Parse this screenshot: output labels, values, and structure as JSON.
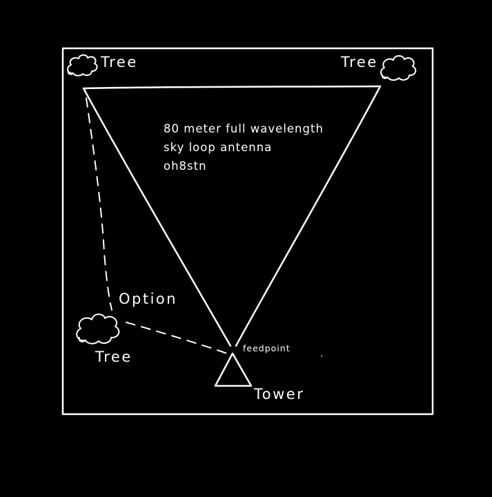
{
  "colors": {
    "background": "#000000",
    "ink": "#ffffff"
  },
  "title": {
    "lines": [
      "80 meter full wavelength",
      "sky loop antenna",
      "oh8stn"
    ]
  },
  "labels": {
    "tree_top_left": "Tree",
    "tree_top_right": "Tree",
    "tree_bottom_left": "Tree",
    "option": "Option",
    "feedpoint": "feedpoint",
    "tower": "Tower"
  }
}
